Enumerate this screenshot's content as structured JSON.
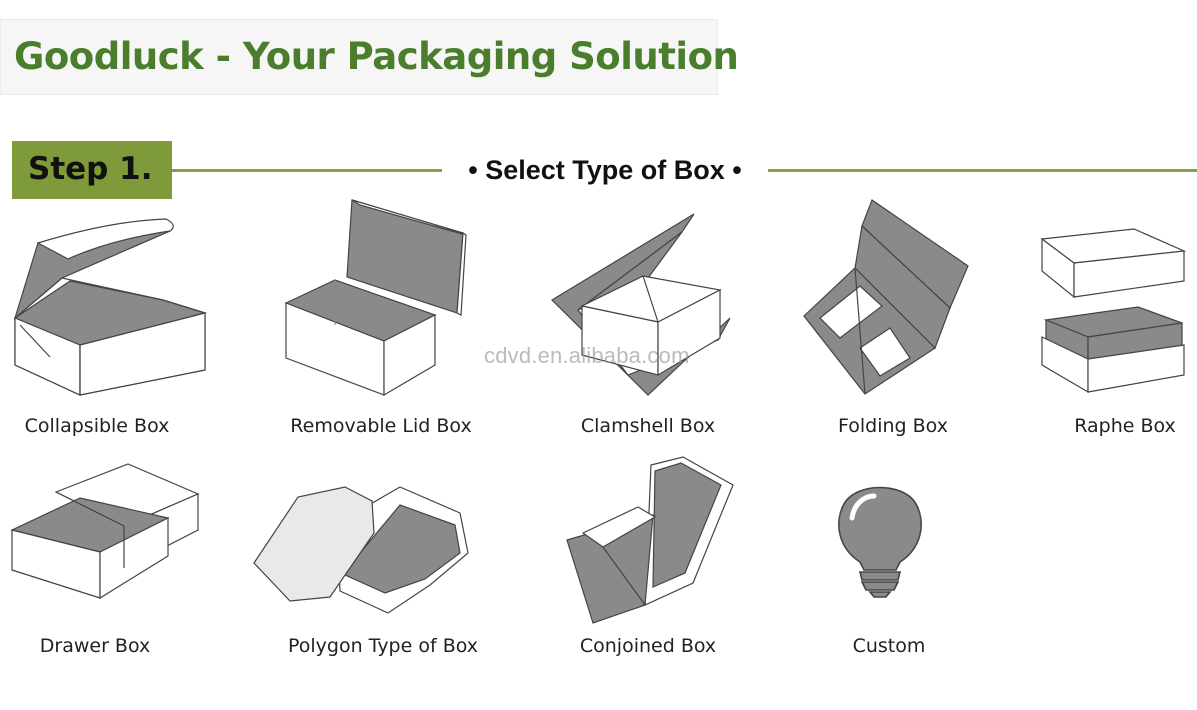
{
  "header": {
    "title": "Goodluck - Your Packaging Solution"
  },
  "step": {
    "label": "Step 1.",
    "title": "• Select Type of Box •"
  },
  "boxes": [
    {
      "label": "Collapsible Box",
      "icon": "collapsible-box-icon"
    },
    {
      "label": "Removable Lid Box",
      "icon": "removable-lid-box-icon"
    },
    {
      "label": "Clamshell Box",
      "icon": "clamshell-box-icon"
    },
    {
      "label": "Folding Box",
      "icon": "folding-box-icon"
    },
    {
      "label": "Raphe Box",
      "icon": "raphe-box-icon"
    },
    {
      "label": "Drawer Box",
      "icon": "drawer-box-icon"
    },
    {
      "label": "Polygon Type of Box",
      "icon": "polygon-box-icon"
    },
    {
      "label": "Conjoined Box",
      "icon": "conjoined-box-icon"
    },
    {
      "label": "Custom",
      "icon": "lightbulb-icon"
    }
  ],
  "watermark": "cdvd.en.alibaba.com",
  "colors": {
    "title_green": "#4a7d2c",
    "step_badge": "#7f9a3a",
    "rule": "#86a144",
    "box_gray": "#8a8a8a"
  }
}
